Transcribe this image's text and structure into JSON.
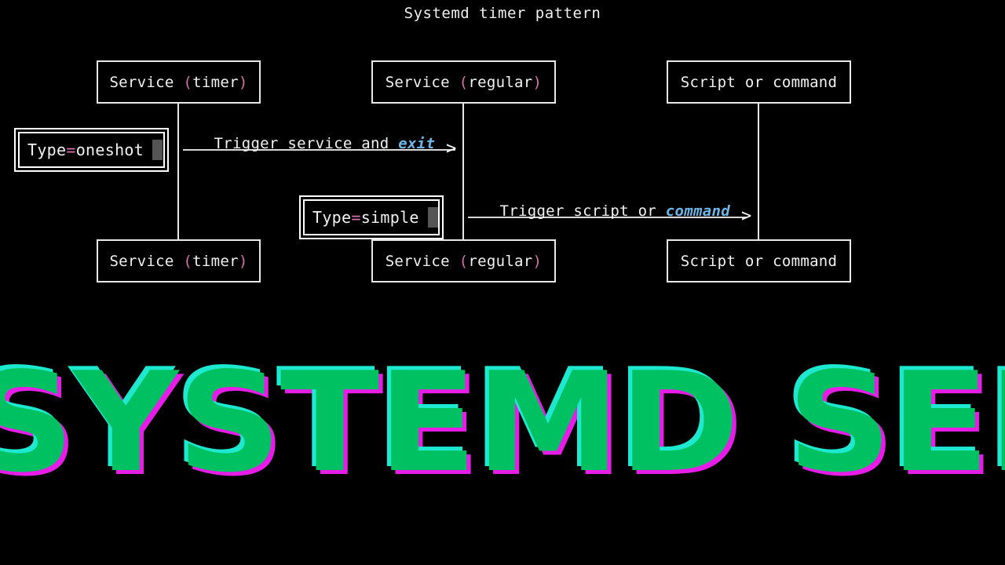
{
  "diagram": {
    "title": "Systemd timer pattern",
    "nodes": [
      {
        "id": "top-timer",
        "prefix": "Service ",
        "open": "(",
        "inner": "timer",
        "close": ")",
        "full": "Service (timer)"
      },
      {
        "id": "top-regular",
        "prefix": "Service ",
        "open": "(",
        "inner": "regular",
        "close": ")",
        "full": "Service (regular)"
      },
      {
        "id": "top-script",
        "prefix": "Script or command",
        "open": "",
        "inner": "",
        "close": "",
        "full": "Script or command"
      },
      {
        "id": "bottom-timer",
        "prefix": "Service ",
        "open": "(",
        "inner": "timer",
        "close": ")",
        "full": "Service (timer)"
      },
      {
        "id": "bottom-regular",
        "prefix": "Service ",
        "open": "(",
        "inner": "regular",
        "close": ")",
        "full": "Service (regular)"
      },
      {
        "id": "bottom-script",
        "prefix": "Script or command",
        "open": "",
        "inner": "",
        "close": "",
        "full": "Script or command"
      }
    ],
    "edges": [
      {
        "id": "edge-exit",
        "text": "Trigger service and ",
        "keyword": "exit",
        "arrowhead": ">"
      },
      {
        "id": "edge-command",
        "text": "Trigger script or ",
        "keyword": "command",
        "arrowhead": ">"
      }
    ],
    "callouts": [
      {
        "id": "callout-oneshot",
        "key": "Type",
        "eq": "=",
        "value": "oneshot",
        "full": "Type=oneshot"
      },
      {
        "id": "callout-simple",
        "key": "Type",
        "eq": "=",
        "value": "simple",
        "full": "Type=simple"
      }
    ]
  },
  "headline": {
    "text": "SYSTEMD SERVICES"
  },
  "colors": {
    "background": "#000000",
    "box_border": "#e8e8e8",
    "text": "#f2f2f2",
    "paren_pink": "#d96fae",
    "keyword_blue": "#6cb6e8",
    "cursor_gray": "#555555",
    "headline_green": "#00c162",
    "headline_cyan": "#1de9d0",
    "headline_magenta": "#e81ce8"
  }
}
